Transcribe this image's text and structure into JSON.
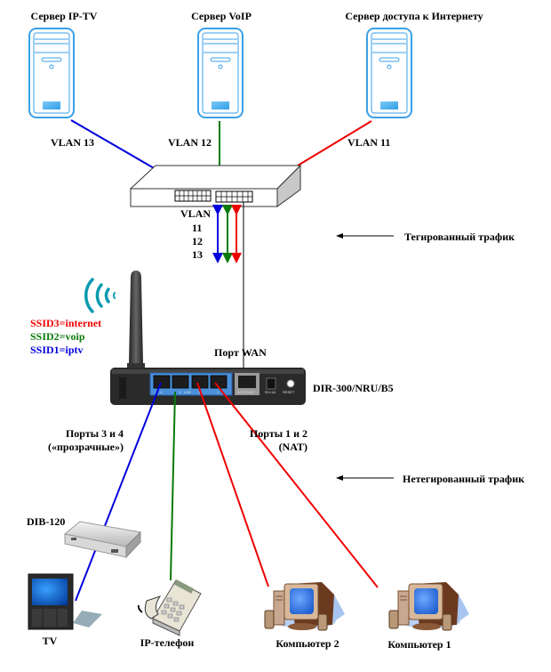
{
  "diagram": {
    "servers": [
      {
        "id": "iptv",
        "label": "Сервер IP-TV"
      },
      {
        "id": "voip",
        "label": "Сервер VoIP"
      },
      {
        "id": "internet",
        "label": "Сервер доступа к Интернету"
      }
    ],
    "server_links": [
      {
        "label": "VLAN 13",
        "color": "#0000dd"
      },
      {
        "label": "VLAN 12",
        "color": "#0a7a0a"
      },
      {
        "label": "VLAN 11",
        "color": "#ee0000"
      }
    ],
    "switch_vlans": {
      "title": "VLAN",
      "ids": [
        "11",
        "12",
        "13"
      ],
      "arrow_colors": [
        "#0000dd",
        "#0a7a0a",
        "#ee0000"
      ]
    },
    "legend": {
      "tagged": "Тегированный трафик",
      "untagged": "Нетегированный трафик"
    },
    "ssids": [
      {
        "text": "SSID3=internet",
        "color": "#ee0000"
      },
      {
        "text": "SSID2=voip",
        "color": "#0a7a0a"
      },
      {
        "text": "SSID1=iptv",
        "color": "#0000dd"
      }
    ],
    "router": {
      "model": "DIR-300/NRU/B5",
      "wan_label": "Порт WAN",
      "lan_ports": [
        "4",
        "3",
        "2",
        "1"
      ],
      "lan_text": "LAN",
      "internet_text": "INTERNET",
      "power_text": "5V=1A",
      "reset_text": "RESET"
    },
    "port_groups": {
      "transparent_line1": "Порты 3 и 4",
      "transparent_line2": "(«прозрачные»)",
      "nat_line1": "Порты 1 и 2",
      "nat_line2": "(NAT)"
    },
    "devices": {
      "stb": "DIB-120",
      "tv": "TV",
      "phone": "IP-телефон",
      "pc2": "Компьютер 2",
      "pc1": "Компьютер 1"
    },
    "colors": {
      "vlan13_blue": "#0000dd",
      "vlan12_green": "#0a7a0a",
      "vlan11_red": "#ee0000",
      "server_outline": "#3aa0e8",
      "wifi_teal": "#0a9ab0",
      "router_body": "#2a2a2a",
      "router_port_panel": "#4a90d9"
    }
  }
}
